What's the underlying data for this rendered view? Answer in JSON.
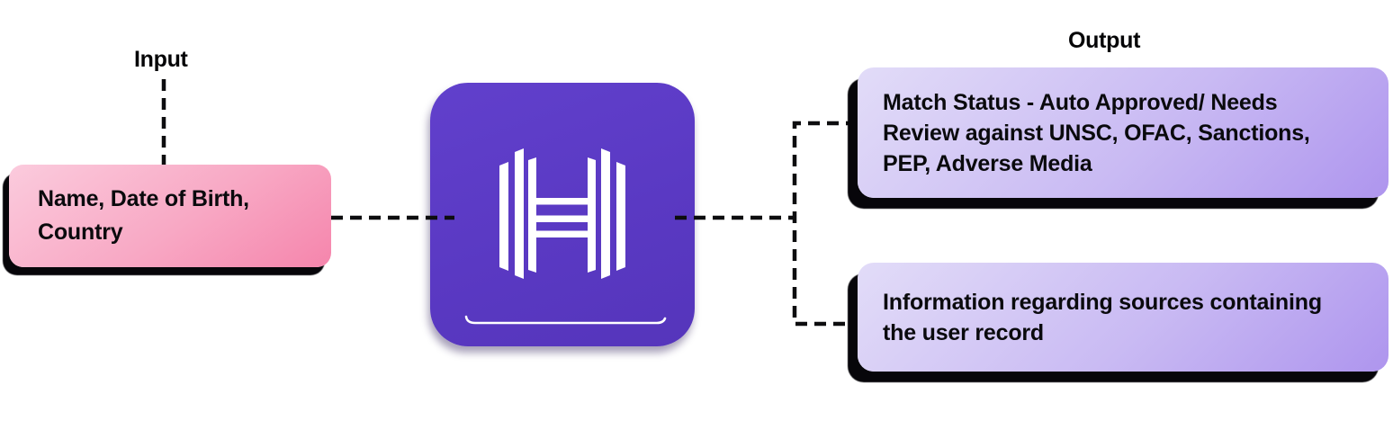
{
  "diagram": {
    "title_hint": "identity screening flow: input attributes sent to HyperVerge, screening output returned"
  },
  "labels": {
    "input": "Input",
    "output": "Output"
  },
  "input_box": {
    "lines": [
      "Name, Date of Birth,",
      "Country"
    ]
  },
  "logo": {
    "icon": "hyperverge-h-logo",
    "description": "purple rounded square tile with white striped letter H and thin smile underline"
  },
  "output_boxes": [
    {
      "lines": [
        "Match Status - Auto Approved/ Needs",
        "Review against UNSC, OFAC, Sanctions,",
        "PEP, Adverse Media"
      ]
    },
    {
      "lines": [
        "Information regarding sources containing",
        "the user record"
      ]
    }
  ],
  "colors": {
    "logo_purple": "#5b3bc5",
    "input_gradient_start": "#fbcbdd",
    "input_gradient_end": "#f585ac",
    "output_gradient_start": "#e2dcf8",
    "output_gradient_end": "#ae95ee",
    "shadow": "#07060a",
    "connector": "#0d0d0f",
    "text": "#0a0a0d",
    "background": "#ffffff"
  }
}
